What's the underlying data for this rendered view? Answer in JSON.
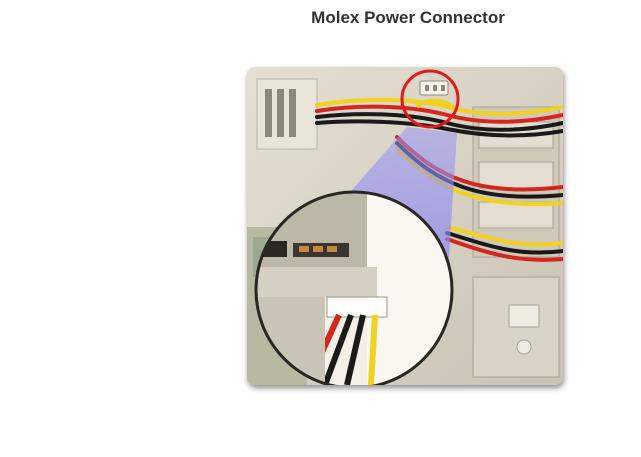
{
  "page": {
    "title": "Molex Power Connector"
  },
  "colors": {
    "wire_yellow": "#f2d21c",
    "wire_red": "#d4261c",
    "wire_black": "#1a1a1a",
    "highlight_ring": "#e01b1b",
    "magnifier_beam": "#8f8cf0",
    "case_beige": "#d9d4c5"
  },
  "icons": {
    "illustration": "molex-connector-illustration",
    "magnifier": "magnifier-lens"
  }
}
